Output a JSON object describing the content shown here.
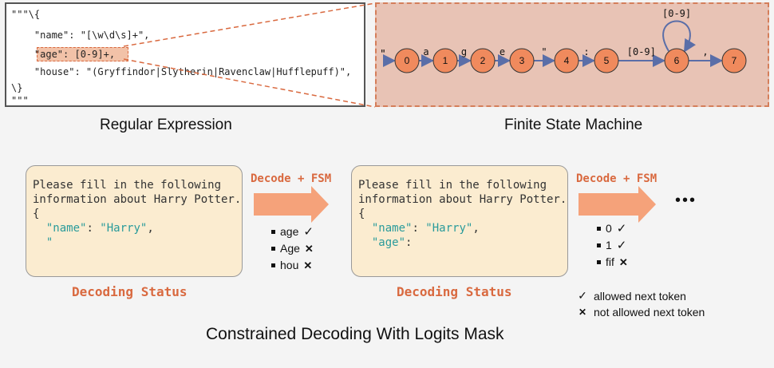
{
  "regex": {
    "lines": [
      "\"\"\"\\{",
      "    \"name\": \"[\\w\\d\\s]+\",",
      "    \"age\": [0-9]+,",
      "    \"house\": \"(Gryffindor|Slytherin|Ravenclaw|Hufflepuff)\",",
      "\\}",
      "\"\"\""
    ],
    "caption": "Regular Expression"
  },
  "fsm": {
    "caption": "Finite State Machine",
    "start_label": "\"",
    "states": [
      "0",
      "1",
      "2",
      "3",
      "4",
      "5",
      "6",
      "7"
    ],
    "edge_labels": [
      "a",
      "g",
      "e",
      "\"",
      ":",
      "[0-9]",
      ","
    ],
    "loop_label": "[0-9]"
  },
  "status1": {
    "line1": "Please fill in the following",
    "line2": "information about Harry Potter.",
    "line3": "{",
    "key_name": "\"name\"",
    "sep": ": ",
    "val_name": "\"Harry\"",
    "comma": ",",
    "line5": "\"",
    "label": "Decoding Status"
  },
  "status2": {
    "line1": "Please fill in the following",
    "line2": "information about Harry Potter.",
    "line3": "{",
    "key_name": "\"name\"",
    "sep": ": ",
    "val_name": "\"Harry\"",
    "comma": ",",
    "key_age": "\"age\"",
    "colon": ":",
    "label": "Decoding Status"
  },
  "arrow1_label": "Decode + FSM",
  "arrow2_label": "Decode + FSM",
  "tokens1": [
    {
      "token": "age",
      "allowed": true
    },
    {
      "token": "Age",
      "allowed": false
    },
    {
      "token": "hou",
      "allowed": false
    }
  ],
  "tokens2": [
    {
      "token": "0",
      "allowed": true
    },
    {
      "token": "1",
      "allowed": true
    },
    {
      "token": "fif",
      "allowed": false
    }
  ],
  "ellipsis": "•••",
  "legend": {
    "allowed": "allowed next token",
    "not_allowed": "not allowed next token",
    "check_symbol": "✓",
    "cross_symbol": "✕"
  },
  "main_caption": "Constrained Decoding With Logits Mask",
  "colors": {
    "accent": "#d9693f",
    "node_fill": "#f08a5d",
    "edge": "#5a6ea8",
    "teal": "#2a9b9b",
    "status_bg": "#fbecd0",
    "fsm_bg": "#e8c3b5"
  }
}
